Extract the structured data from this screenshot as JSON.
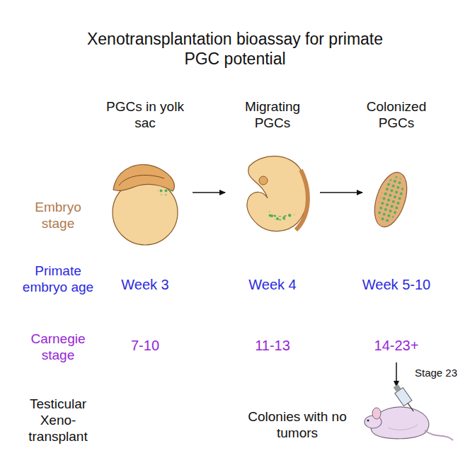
{
  "diagram": {
    "title": "Xenotransplantation bioassay for primate PGC potential",
    "labels": [
      "PGCs in yolk sac",
      "Migrating PGCs",
      "Colonized PGCs",
      "Embryo stage",
      "Primate embryo age",
      "Week 3",
      "Week 4",
      "Week 5-10",
      "Carnegie stage",
      "7-10",
      "11-13",
      "14-23+",
      "Stage 23",
      "Testicular Xeno-transplant",
      "Colonies with no tumors"
    ]
  }
}
